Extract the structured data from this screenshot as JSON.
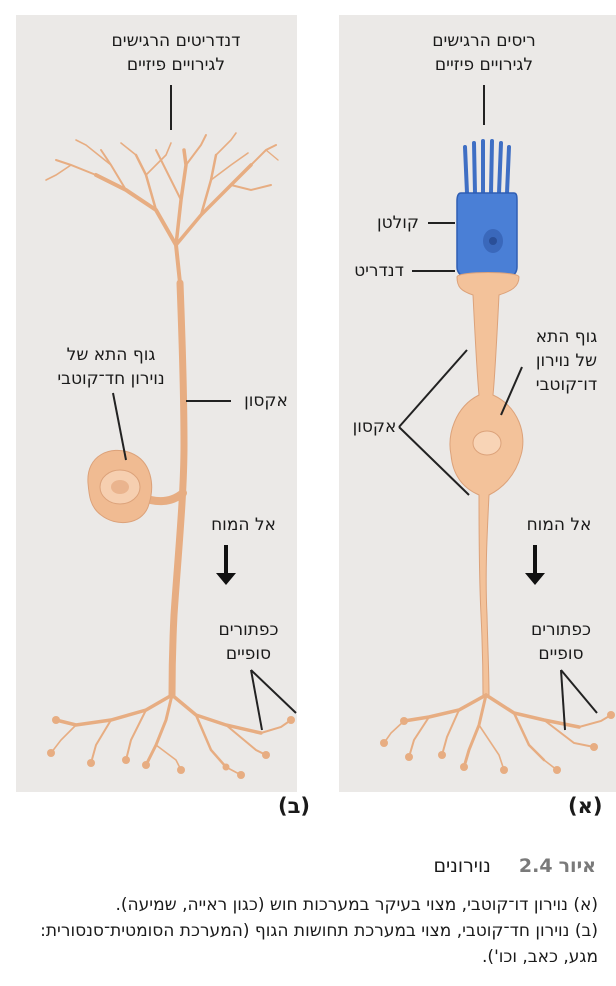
{
  "panel_b": {
    "label_dendrites": "דנדריטים הרגישים\nלגירויים פיזיים",
    "label_cell_body": "גוף התא של\nנוירון חד־קוטבי",
    "label_axon": "אקסון",
    "label_to_brain": "אל המוח",
    "label_terminals": "כפתורים\nסופיים",
    "tag": "(ב)"
  },
  "panel_a": {
    "label_cilia": "ריסים הרגישים\nלגירויים פיזיים",
    "label_cap": "קולטן",
    "label_dendrite": "דנדריט",
    "label_cell_body": "גוף התא\nשל נוירון\nדו־קוטבי",
    "label_axon": "אקסון",
    "label_to_brain": "אל המוח",
    "label_terminals": "כפתורים\nסופיים",
    "tag": "(א)"
  },
  "caption": {
    "figure_word": "איור",
    "figure_number": "2.4",
    "title": "נוירונים",
    "line_a": "(א) נוירון דו־קוטבי, מצוי בעיקר במערכות חוש (כגון ראייה, שמיעה).",
    "line_b": "(ב) נוירון חד־קוטבי, מצוי במערכת תחושות הגוף (המערכת הסומטית־סנסורית: מגע, כאב, וכו')."
  },
  "colors": {
    "neuron": "#f3c29a",
    "neuron_stroke": "#d9a070",
    "receptor": "#4a7fd6",
    "panel_bg": "#ebe9e7"
  }
}
